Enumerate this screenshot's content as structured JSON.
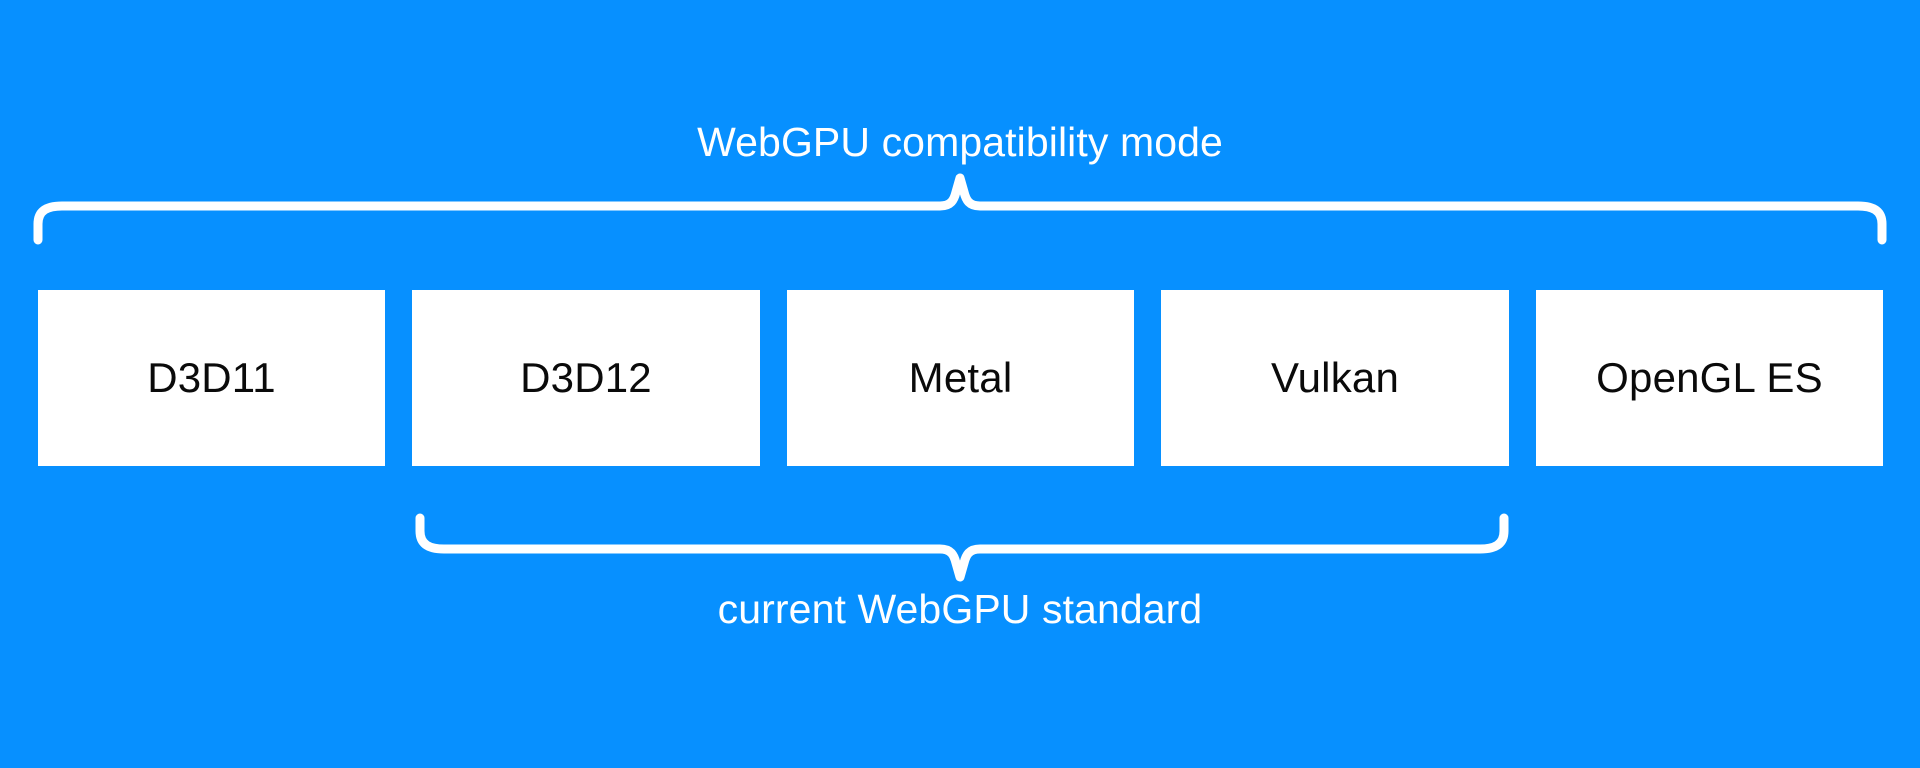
{
  "diagram": {
    "background_color": "#0790ff",
    "box_fill_color": "#ffffff",
    "box_text_color": "#0a0a0a",
    "brace_color": "#ffffff",
    "top_group": {
      "label": "WebGPU compatibility mode",
      "covers": [
        "D3D11",
        "D3D12",
        "Metal",
        "Vulkan",
        "OpenGL ES"
      ]
    },
    "bottom_group": {
      "label": "current WebGPU standard",
      "covers": [
        "D3D12",
        "Metal",
        "Vulkan"
      ]
    },
    "boxes": [
      {
        "label": "D3D11"
      },
      {
        "label": "D3D12"
      },
      {
        "label": "Metal"
      },
      {
        "label": "Vulkan"
      },
      {
        "label": "OpenGL ES"
      }
    ]
  }
}
